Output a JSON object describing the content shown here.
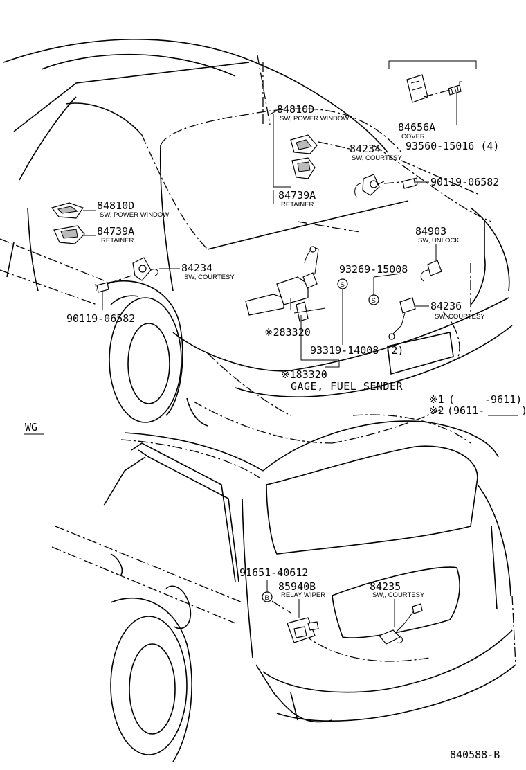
{
  "parts": {
    "p84810d_top": {
      "number": "84810D",
      "desc": "SW, POWER WINDOW"
    },
    "p84234_top": {
      "number": "84234",
      "desc": "SW, COURTESY"
    },
    "p84739a_top": {
      "number": "84739A",
      "desc": "RETAINER"
    },
    "p84656a": {
      "number": "84656A",
      "desc": "COVER"
    },
    "p93560": {
      "number": "93560-15016 (4)"
    },
    "p90119_right": {
      "number": "90119-06582"
    },
    "p84810d_left": {
      "number": "84810D",
      "desc": "SW, POWER WINDOW"
    },
    "p84739a_left": {
      "number": "84739A",
      "desc": "RETAINER"
    },
    "p84903": {
      "number": "84903",
      "desc": "SW, UNLOCK"
    },
    "p84234_left": {
      "number": "84234",
      "desc": "SW, COURTESY"
    },
    "p93269": {
      "number": "93269-15008"
    },
    "p90119_left": {
      "number": "90119-06582"
    },
    "p84236": {
      "number": "84236",
      "desc": "SW, COURTESY"
    },
    "p283320": {
      "number": "※283320"
    },
    "p93319": {
      "number": "93319-14008 (2)"
    },
    "p183320": {
      "number": "※183320",
      "desc": "GAGE, FUEL SENDER"
    },
    "p91651": {
      "number": "91651-40612"
    },
    "p85940b": {
      "number": "85940B",
      "desc": "RELAY WIPER"
    },
    "p84235": {
      "number": "84235",
      "desc": "SW,, COURTESY"
    }
  },
  "notes": {
    "note1_mark": "※1",
    "note1_open": "(",
    "note1_range": "-9611)",
    "note2_mark": "※2",
    "note2_range": "(9611-",
    "note2_close": ")"
  },
  "symbols": {
    "s": "S",
    "b": "B"
  },
  "section_label": "WG",
  "diagram_id": "840588-B"
}
